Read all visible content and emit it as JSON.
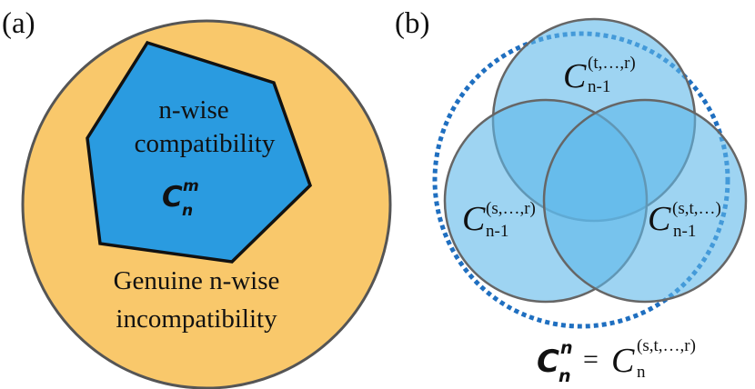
{
  "panel_a": {
    "label": "(a)",
    "inner_region_label_line1": "n-wise",
    "inner_region_label_line2": "compatibility",
    "inner_symbol_letter": "C",
    "inner_symbol_sub": "n",
    "inner_symbol_sup": "m",
    "outer_region_label_line1": "Genuine n-wise",
    "outer_region_label_line2": "incompatibility",
    "colors": {
      "outer_fill": "#F9C86B",
      "outer_stroke": "#555555",
      "inner_fill": "#2A9BE0",
      "inner_stroke": "#111111"
    }
  },
  "panel_b": {
    "label": "(b)",
    "circles": [
      {
        "letter": "C",
        "sup": "(t,…,r)",
        "sub": "n-1"
      },
      {
        "letter": "C",
        "sup": "(s,…,r)",
        "sub": "n-1"
      },
      {
        "letter": "C",
        "sup": "(s,t,…)",
        "sub": "n-1"
      }
    ],
    "equation": {
      "lhs_letter": "C",
      "lhs_sub": "n",
      "lhs_sup": "n",
      "equals": "=",
      "rhs_letter": "C",
      "rhs_sub": "n",
      "rhs_sup": "(s,t,…,r)"
    },
    "colors": {
      "circle_fill": "#5DB7EA",
      "circle_stroke": "#666666",
      "dotted_ring": "#1F6FC0"
    }
  }
}
